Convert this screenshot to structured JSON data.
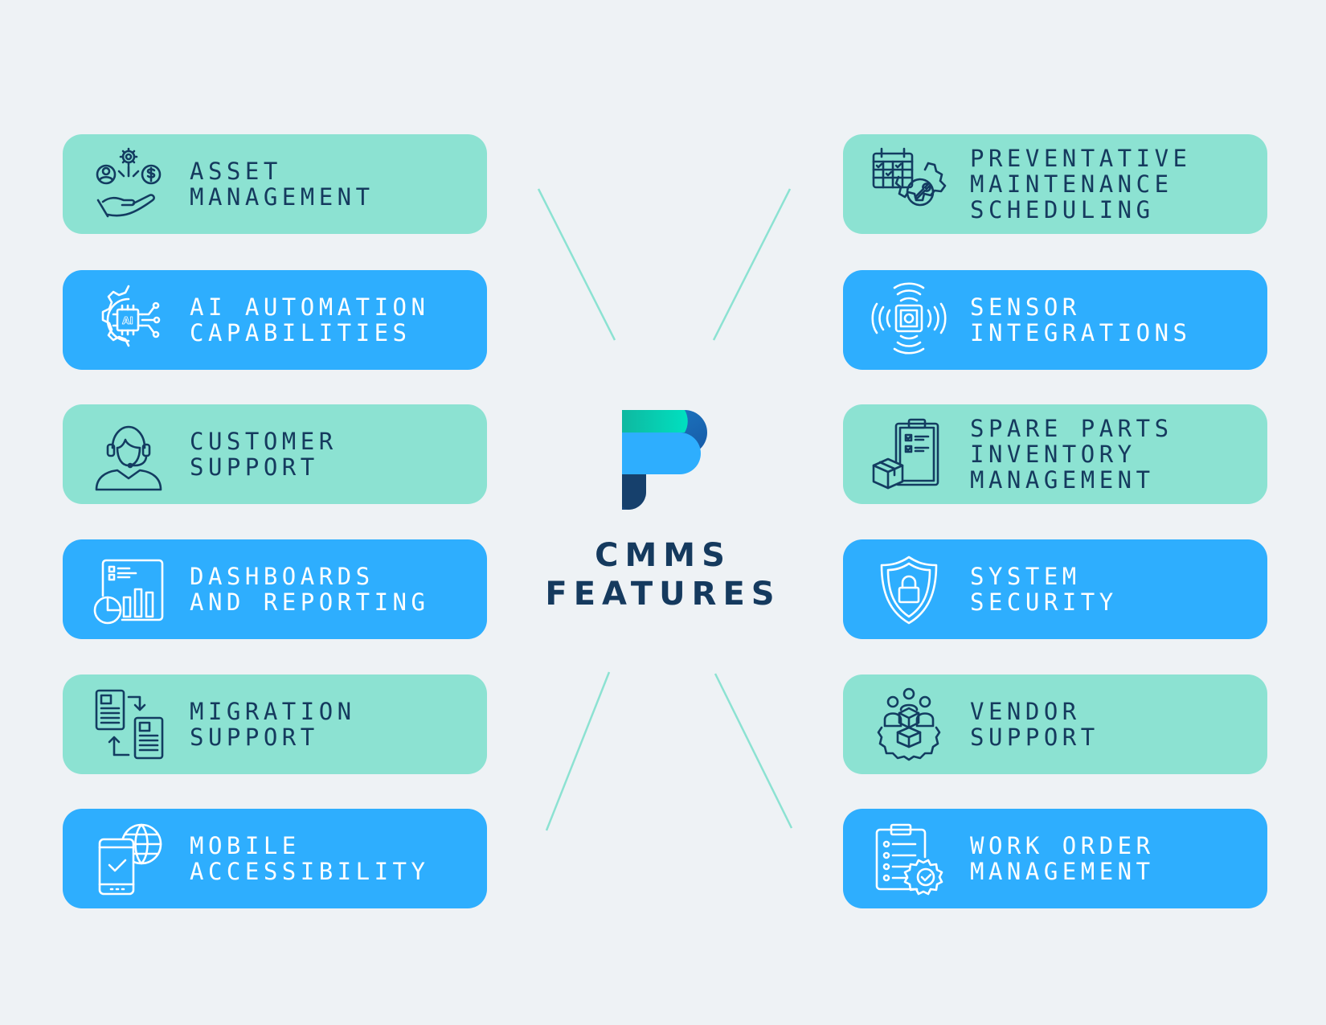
{
  "center": {
    "title_line1": "CMMS",
    "title_line2": "FEATURES"
  },
  "colors": {
    "background": "#eef2f5",
    "teal_card": "#8ce2d2",
    "blue_card": "#2eaefe",
    "dark_text": "#153a5e",
    "connector": "#8ce2d2"
  },
  "left_features": [
    {
      "icon": "asset-hand-icon",
      "lines": [
        "ASSET",
        "MANAGEMENT"
      ]
    },
    {
      "icon": "ai-gear-icon",
      "lines": [
        "AI AUTOMATION",
        "CAPABILITIES"
      ]
    },
    {
      "icon": "headset-agent-icon",
      "lines": [
        "CUSTOMER",
        "SUPPORT"
      ]
    },
    {
      "icon": "dashboard-chart-icon",
      "lines": [
        "DASHBOARDS",
        "AND REPORTING"
      ]
    },
    {
      "icon": "document-transfer-icon",
      "lines": [
        "MIGRATION",
        "SUPPORT"
      ]
    },
    {
      "icon": "mobile-globe-icon",
      "lines": [
        "MOBILE",
        "ACCESSIBILITY"
      ]
    }
  ],
  "right_features": [
    {
      "icon": "calendar-gear-icon",
      "lines": [
        "PREVENTATIVE",
        "MAINTENANCE",
        "SCHEDULING"
      ]
    },
    {
      "icon": "sensor-waves-icon",
      "lines": [
        "SENSOR",
        "INTEGRATIONS"
      ]
    },
    {
      "icon": "clipboard-box-icon",
      "lines": [
        "SPARE PARTS",
        "INVENTORY",
        "MANAGEMENT"
      ]
    },
    {
      "icon": "shield-lock-icon",
      "lines": [
        "SYSTEM",
        "SECURITY"
      ]
    },
    {
      "icon": "team-gear-icon",
      "lines": [
        "VENDOR",
        "SUPPORT"
      ]
    },
    {
      "icon": "clipboard-gear-icon",
      "lines": [
        "WORK ORDER",
        "MANAGEMENT"
      ]
    }
  ]
}
